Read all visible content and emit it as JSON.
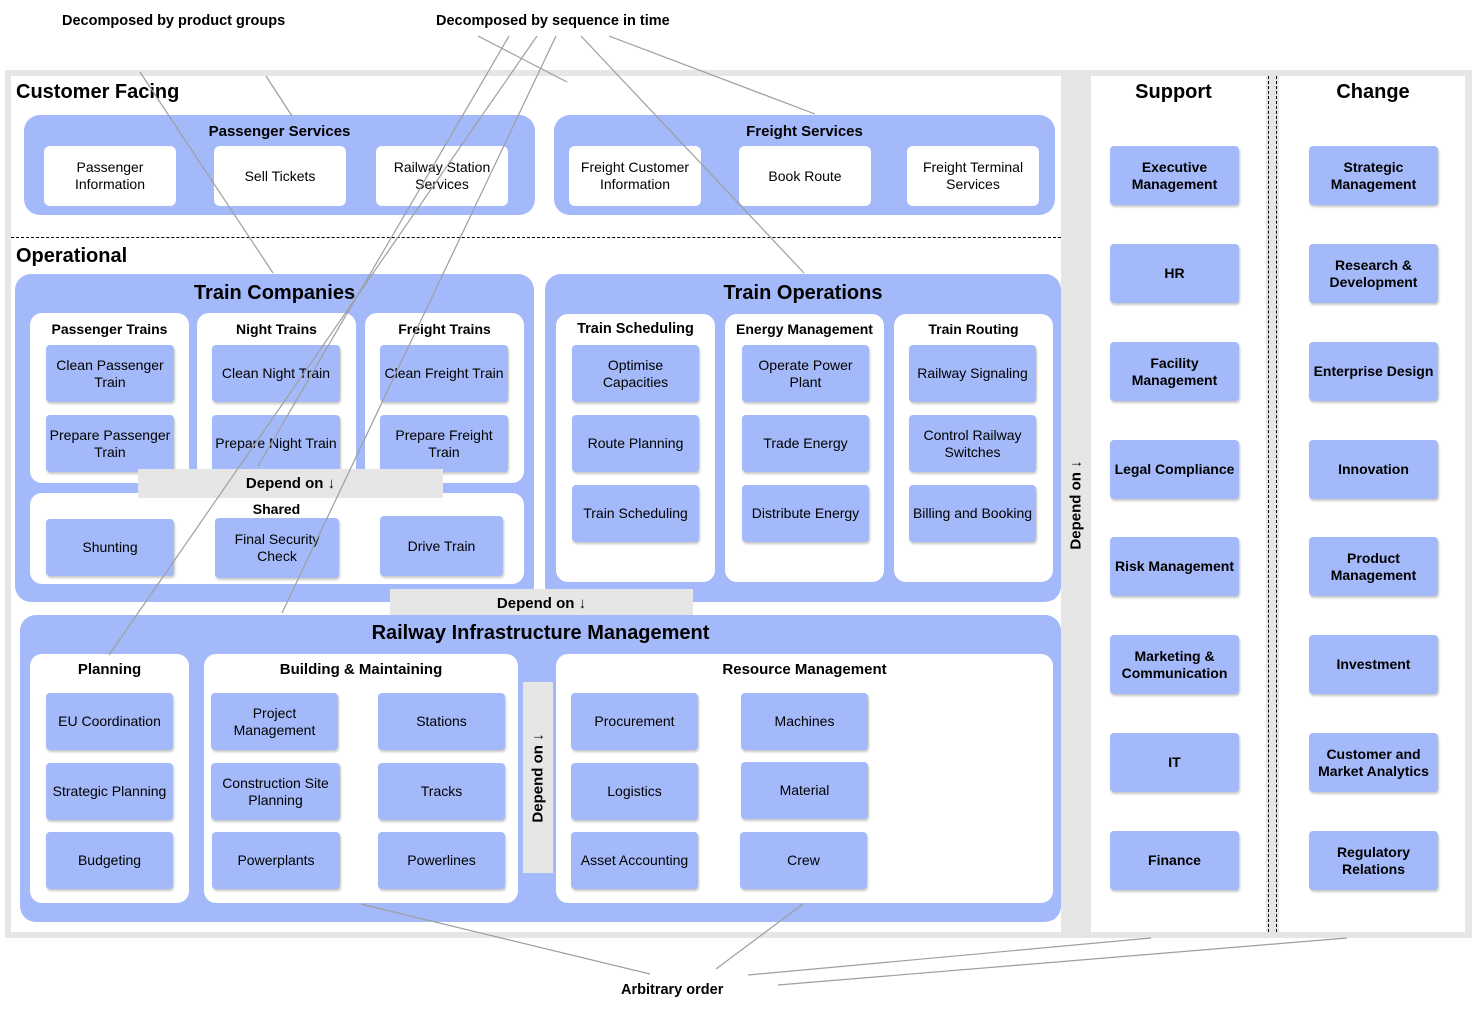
{
  "annotations": {
    "product_groups": "Decomposed by product groups",
    "sequence_in_time": "Decomposed by sequence in time",
    "arbitrary_order": "Arbitrary order"
  },
  "customer_facing": {
    "title": "Customer Facing",
    "passenger_services": {
      "title": "Passenger Services",
      "items": [
        "Passenger Information",
        "Sell Tickets",
        "Railway Station Services"
      ]
    },
    "freight_services": {
      "title": "Freight Services",
      "items": [
        "Freight Customer Information",
        "Book Route",
        "Freight Terminal Services"
      ]
    }
  },
  "operational": {
    "title": "Operational",
    "train_companies": {
      "title": "Train Companies",
      "passenger_trains": {
        "title": "Passenger Trains",
        "items": [
          "Clean Passenger Train",
          "Prepare Passenger Train"
        ]
      },
      "night_trains": {
        "title": "Night Trains",
        "items": [
          "Clean Night Train",
          "Prepare Night Train"
        ]
      },
      "freight_trains": {
        "title": "Freight Trains",
        "items": [
          "Clean Freight Train",
          "Prepare Freight Train"
        ]
      },
      "shared": {
        "title": "Shared",
        "items": [
          "Shunting",
          "Final Security Check",
          "Drive Train"
        ]
      }
    },
    "train_operations": {
      "title": "Train Operations",
      "train_scheduling": {
        "title": "Train Scheduling",
        "items": [
          "Optimise Capacities",
          "Route Planning",
          "Train Scheduling"
        ]
      },
      "energy_management": {
        "title": "Energy Management",
        "items": [
          "Operate Power Plant",
          "Trade Energy",
          "Distribute Energy"
        ]
      },
      "train_routing": {
        "title": "Train Routing",
        "items": [
          "Railway Signaling",
          "Control Railway Switches",
          "Billing and Booking"
        ]
      }
    },
    "infrastructure": {
      "title": "Railway Infrastructure Management",
      "planning": {
        "title": "Planning",
        "items": [
          "EU Coordination",
          "Strategic Planning",
          "Budgeting"
        ]
      },
      "building": {
        "title": "Building & Maintaining",
        "items": [
          "Project Management",
          "Stations",
          "Construction Site Planning",
          "Tracks",
          "Powerplants",
          "Powerlines"
        ]
      },
      "resource": {
        "title": "Resource Management",
        "items": [
          "Procurement",
          "Machines",
          "Logistics",
          "Material",
          "Asset Accounting",
          "Crew"
        ]
      }
    }
  },
  "depend_on": "Depend on ↓",
  "depend_on_side": "Depend on ↓",
  "support": {
    "title": "Support",
    "items": [
      "Executive Management",
      "HR",
      "Facility Management",
      "Legal Compliance",
      "Risk Management",
      "Marketing & Communication",
      "IT",
      "Finance"
    ]
  },
  "change": {
    "title": "Change",
    "items": [
      "Strategic Management",
      "Research & Development",
      "Enterprise Design",
      "Innovation",
      "Product Management",
      "Investment",
      "Customer and Market Analytics",
      "Regulatory Relations"
    ]
  },
  "colors": {
    "capability": "#a4b9f9",
    "frame": "#e6e6e6",
    "connector": "#9e9e9e"
  }
}
